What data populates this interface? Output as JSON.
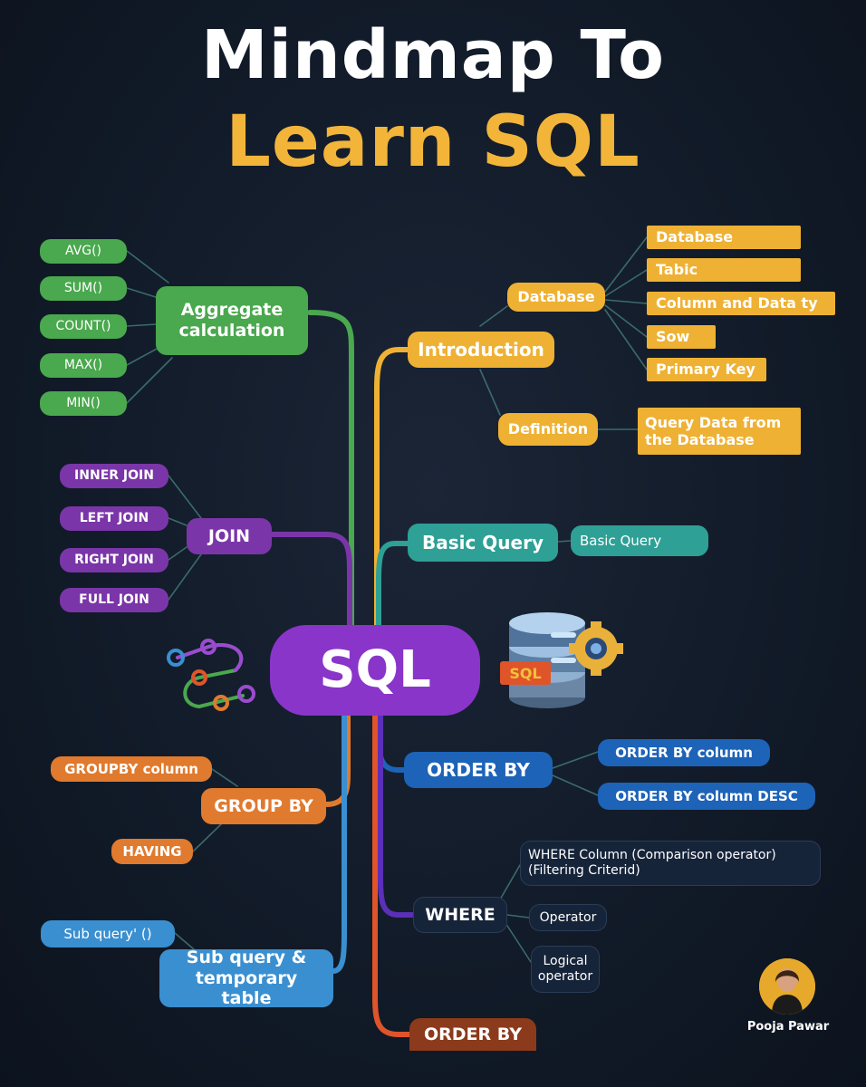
{
  "title": {
    "line1": "Mindmap To",
    "line2": "Learn SQL"
  },
  "center": {
    "label": "SQL"
  },
  "aggregate": {
    "label": "Aggregate calculation",
    "items": [
      "AVG()",
      "SUM()",
      "COUNT()",
      "MAX()",
      "MIN()"
    ]
  },
  "join": {
    "label": "JOIN",
    "items": [
      "INNER JOIN",
      "LEFT JOIN",
      "RIGHT JOIN",
      "FULL JOIN"
    ]
  },
  "groupby": {
    "label": "GROUP BY",
    "items": [
      "GROUPBY column",
      "HAVING"
    ]
  },
  "subquery": {
    "label": "Sub query & temporary table",
    "items": [
      "Sub query' ()"
    ]
  },
  "introduction": {
    "label": "Introduction",
    "database": {
      "label": "Database",
      "items": [
        "Database",
        "Tabic",
        "Column and Data ty",
        "Sow",
        "Primary Key"
      ]
    },
    "definition": {
      "label": "Definition",
      "detail": "Query Data from the Database"
    }
  },
  "basic_query": {
    "label": "Basic Query",
    "items": [
      "Basic Query"
    ]
  },
  "orderby": {
    "label": "ORDER BY",
    "items": [
      "ORDER BY column",
      "ORDER BY column DESC"
    ]
  },
  "where": {
    "label": "WHERE",
    "items": [
      "WHERE Column (Comparison operator) (Filtering Criterid)",
      "Operator",
      "Logical operator"
    ]
  },
  "orderby_bottom": {
    "label": "ORDER BY"
  },
  "illustration": {
    "badge": "SQL"
  },
  "author": {
    "name": "Pooja Pawar"
  },
  "colors": {
    "aggregate": "#4aa84e",
    "join": "#7a36a8",
    "groupby": "#e07a2e",
    "subquery": "#3a8fd0",
    "introduction": "#eeb133",
    "basic_query": "#2ea095",
    "orderby": "#1d63b8",
    "where": "#5b2fb8",
    "orderby_bottom": "#e0542a",
    "center": "#8a35c9"
  }
}
